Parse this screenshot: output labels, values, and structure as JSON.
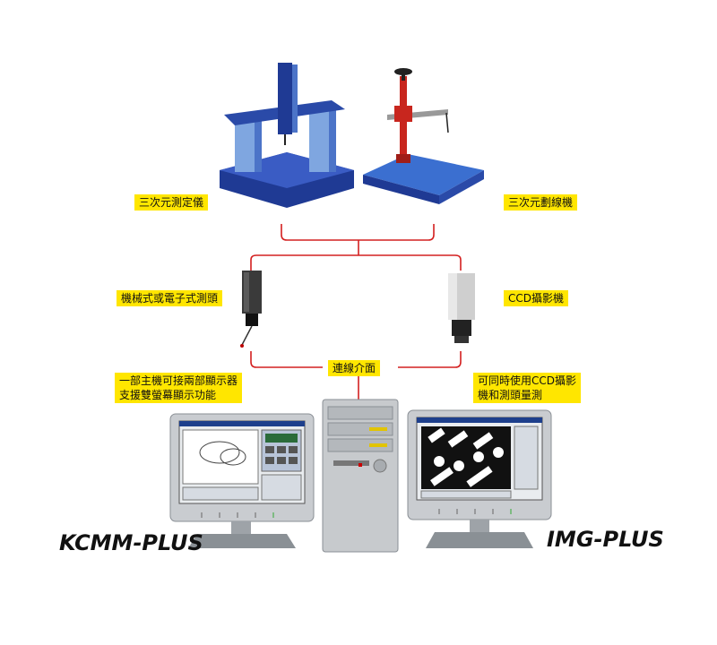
{
  "labels": {
    "cmm": "三次元測定儀",
    "height_gauge": "三次元劃線機",
    "probe": "機械式或電子式測頭",
    "ccd": "CCD攝影機",
    "interface": "連線介面",
    "dual_display_line1": "一部主機可接兩部顯示器",
    "dual_display_line2": "支援雙螢幕顯示功能",
    "ccd_probe_line1": "可同時使用CCD攝影",
    "ccd_probe_line2": "機和測頭量測"
  },
  "brands": {
    "left": "KCMM-PLUS",
    "right": "IMG-PLUS"
  },
  "colors": {
    "label_bg": "#ffe600",
    "connector": "#d42020",
    "machine_blue": "#2a4aa8",
    "gauge_red": "#c8261e"
  }
}
